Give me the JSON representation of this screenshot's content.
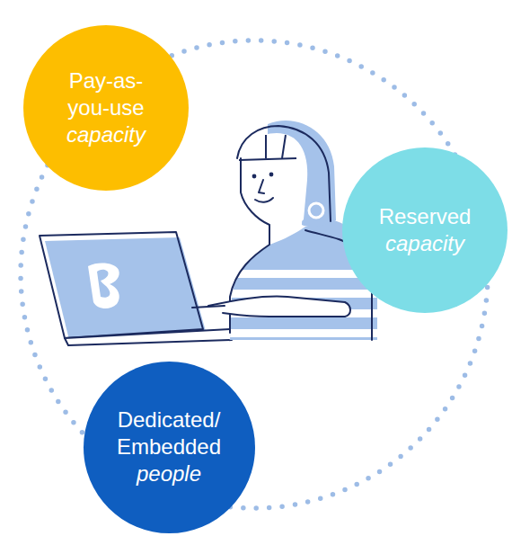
{
  "diagram": {
    "nodes": [
      {
        "text": [
          "Pay-as- you-use",
          "capacity"
        ]
      },
      {
        "text": [
          "Reserved",
          "capacity"
        ]
      },
      {
        "text": [
          "Dedicated/ Embedded",
          "people"
        ]
      }
    ]
  }
}
